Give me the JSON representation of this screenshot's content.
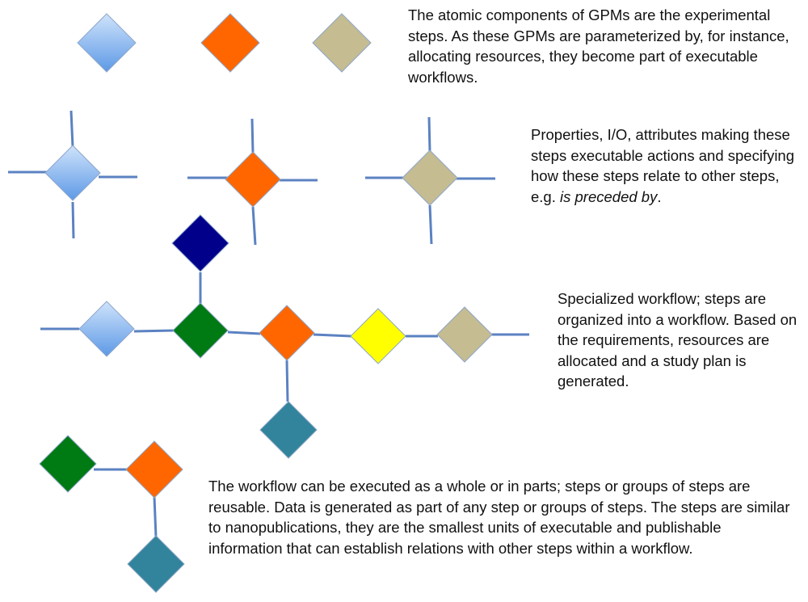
{
  "colors": {
    "connector": "#5b82c2",
    "diamond_stroke": "#8fa6c9",
    "light_blue_top": "#cfe3fb",
    "light_blue_bottom": "#5d99e6",
    "orange": "#ff6600",
    "khaki": "#c5bc92",
    "dark_blue": "#00008b",
    "green": "#007a12",
    "yellow": "#ffff00",
    "teal": "#31849b"
  },
  "captions": {
    "atomic_components": "The atomic components of GPMs  are  the experimental steps. As these GPMs are parameterized by, for instance, allocating resources, they become part of executable workflows.",
    "properties_prefix": "Properties, I/O, attributes making these steps executable actions and specifying how these steps relate to other steps, e.g. ",
    "properties_example": "is preceded by",
    "properties_suffix": ".",
    "specialized_workflow": "Specialized workflow; steps are organized into a workflow. Based on the requirements, resources are allocated and a study plan is generated.",
    "workflow_execution": "The workflow can be executed as a whole or in parts; steps or groups of steps are reusable. Data is generated as part of  any step or groups of steps. The steps are similar to nanopublications,  they are the smallest units of executable and publishable  information that can establish relations with other steps within a workflow."
  }
}
